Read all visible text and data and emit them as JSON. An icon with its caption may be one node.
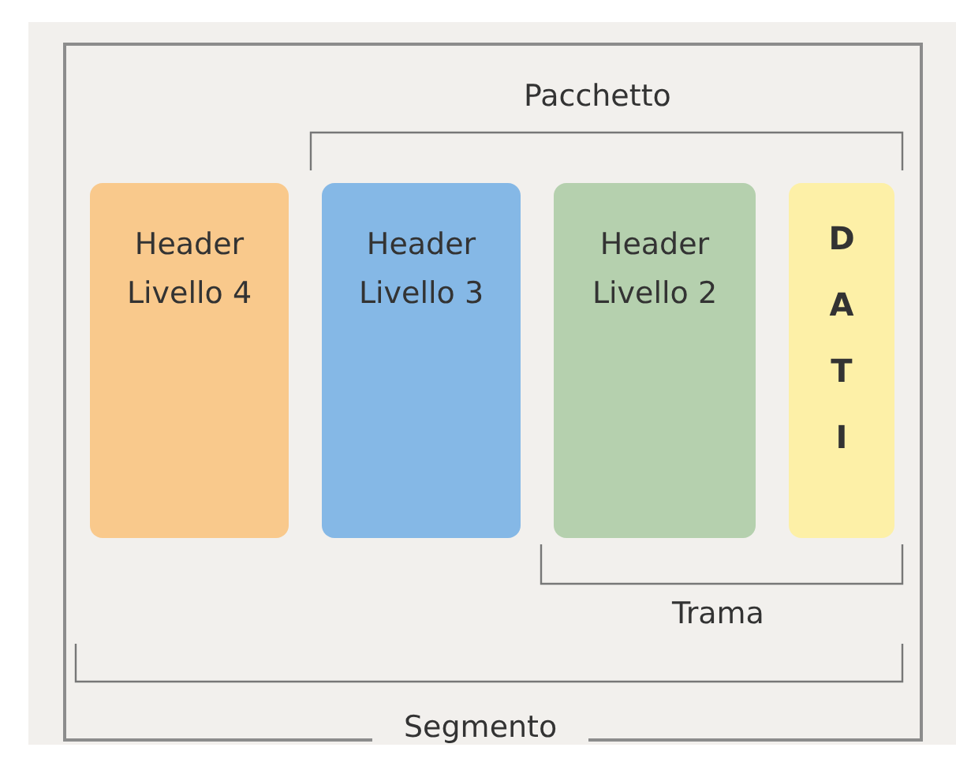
{
  "diagram": {
    "nodes": [
      {
        "text": [],
        "shape": "box"
      },
      {
        "text": [
          "Header Livello 4"
        ],
        "in": 0
      },
      {
        "text": [
          "Header Livello 3"
        ],
        "in": 0
      },
      {
        "text": [
          "Header Livello 2"
        ],
        "in": 0
      },
      {
        "text": [
          "D A T I"
        ],
        "in": 0
      }
    ],
    "labels": [
      "Pacchetto",
      "Trama",
      "Segmento"
    ]
  }
}
